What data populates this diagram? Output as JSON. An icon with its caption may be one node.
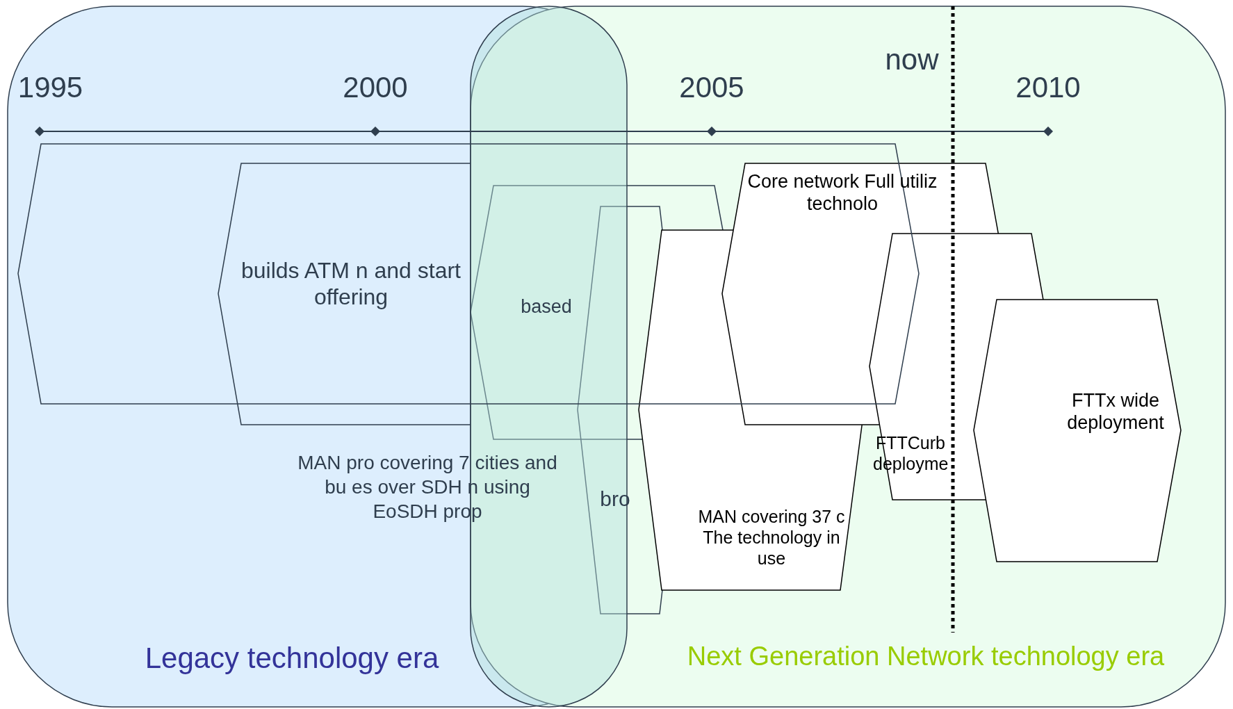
{
  "diagram": {
    "nodes": [
      {
        "text": [
          "Legacy technology era"
        ]
      },
      {
        "text": [
          "Next Generation Network technology era"
        ]
      },
      {
        "text": [],
        "shape": "box"
      },
      {
        "text": [],
        "shape": "arrow"
      },
      {
        "text": [
          "builds ATM n and start offering"
        ],
        "in": 0
      },
      {
        "text": [
          "based"
        ],
        "in": 1
      },
      {
        "text": [
          "bro"
        ],
        "in": 1
      },
      {
        "text": [
          "MAN covering 37 c The technology in use"
        ],
        "in": 1
      },
      {
        "text": [
          "Core network Full utiliz technolo"
        ],
        "in": 1
      },
      {
        "text": [
          "FTTCurb deployme"
        ],
        "in": 1
      },
      {
        "text": [
          "FTTx wide deployment"
        ],
        "in": 1
      }
    ],
    "edges": [],
    "labels": [
      "now",
      "1995",
      "2000",
      "2005",
      "2010",
      "MAN pro covering 7 cities and bu es over SDH n using EoSDH prop"
    ]
  }
}
